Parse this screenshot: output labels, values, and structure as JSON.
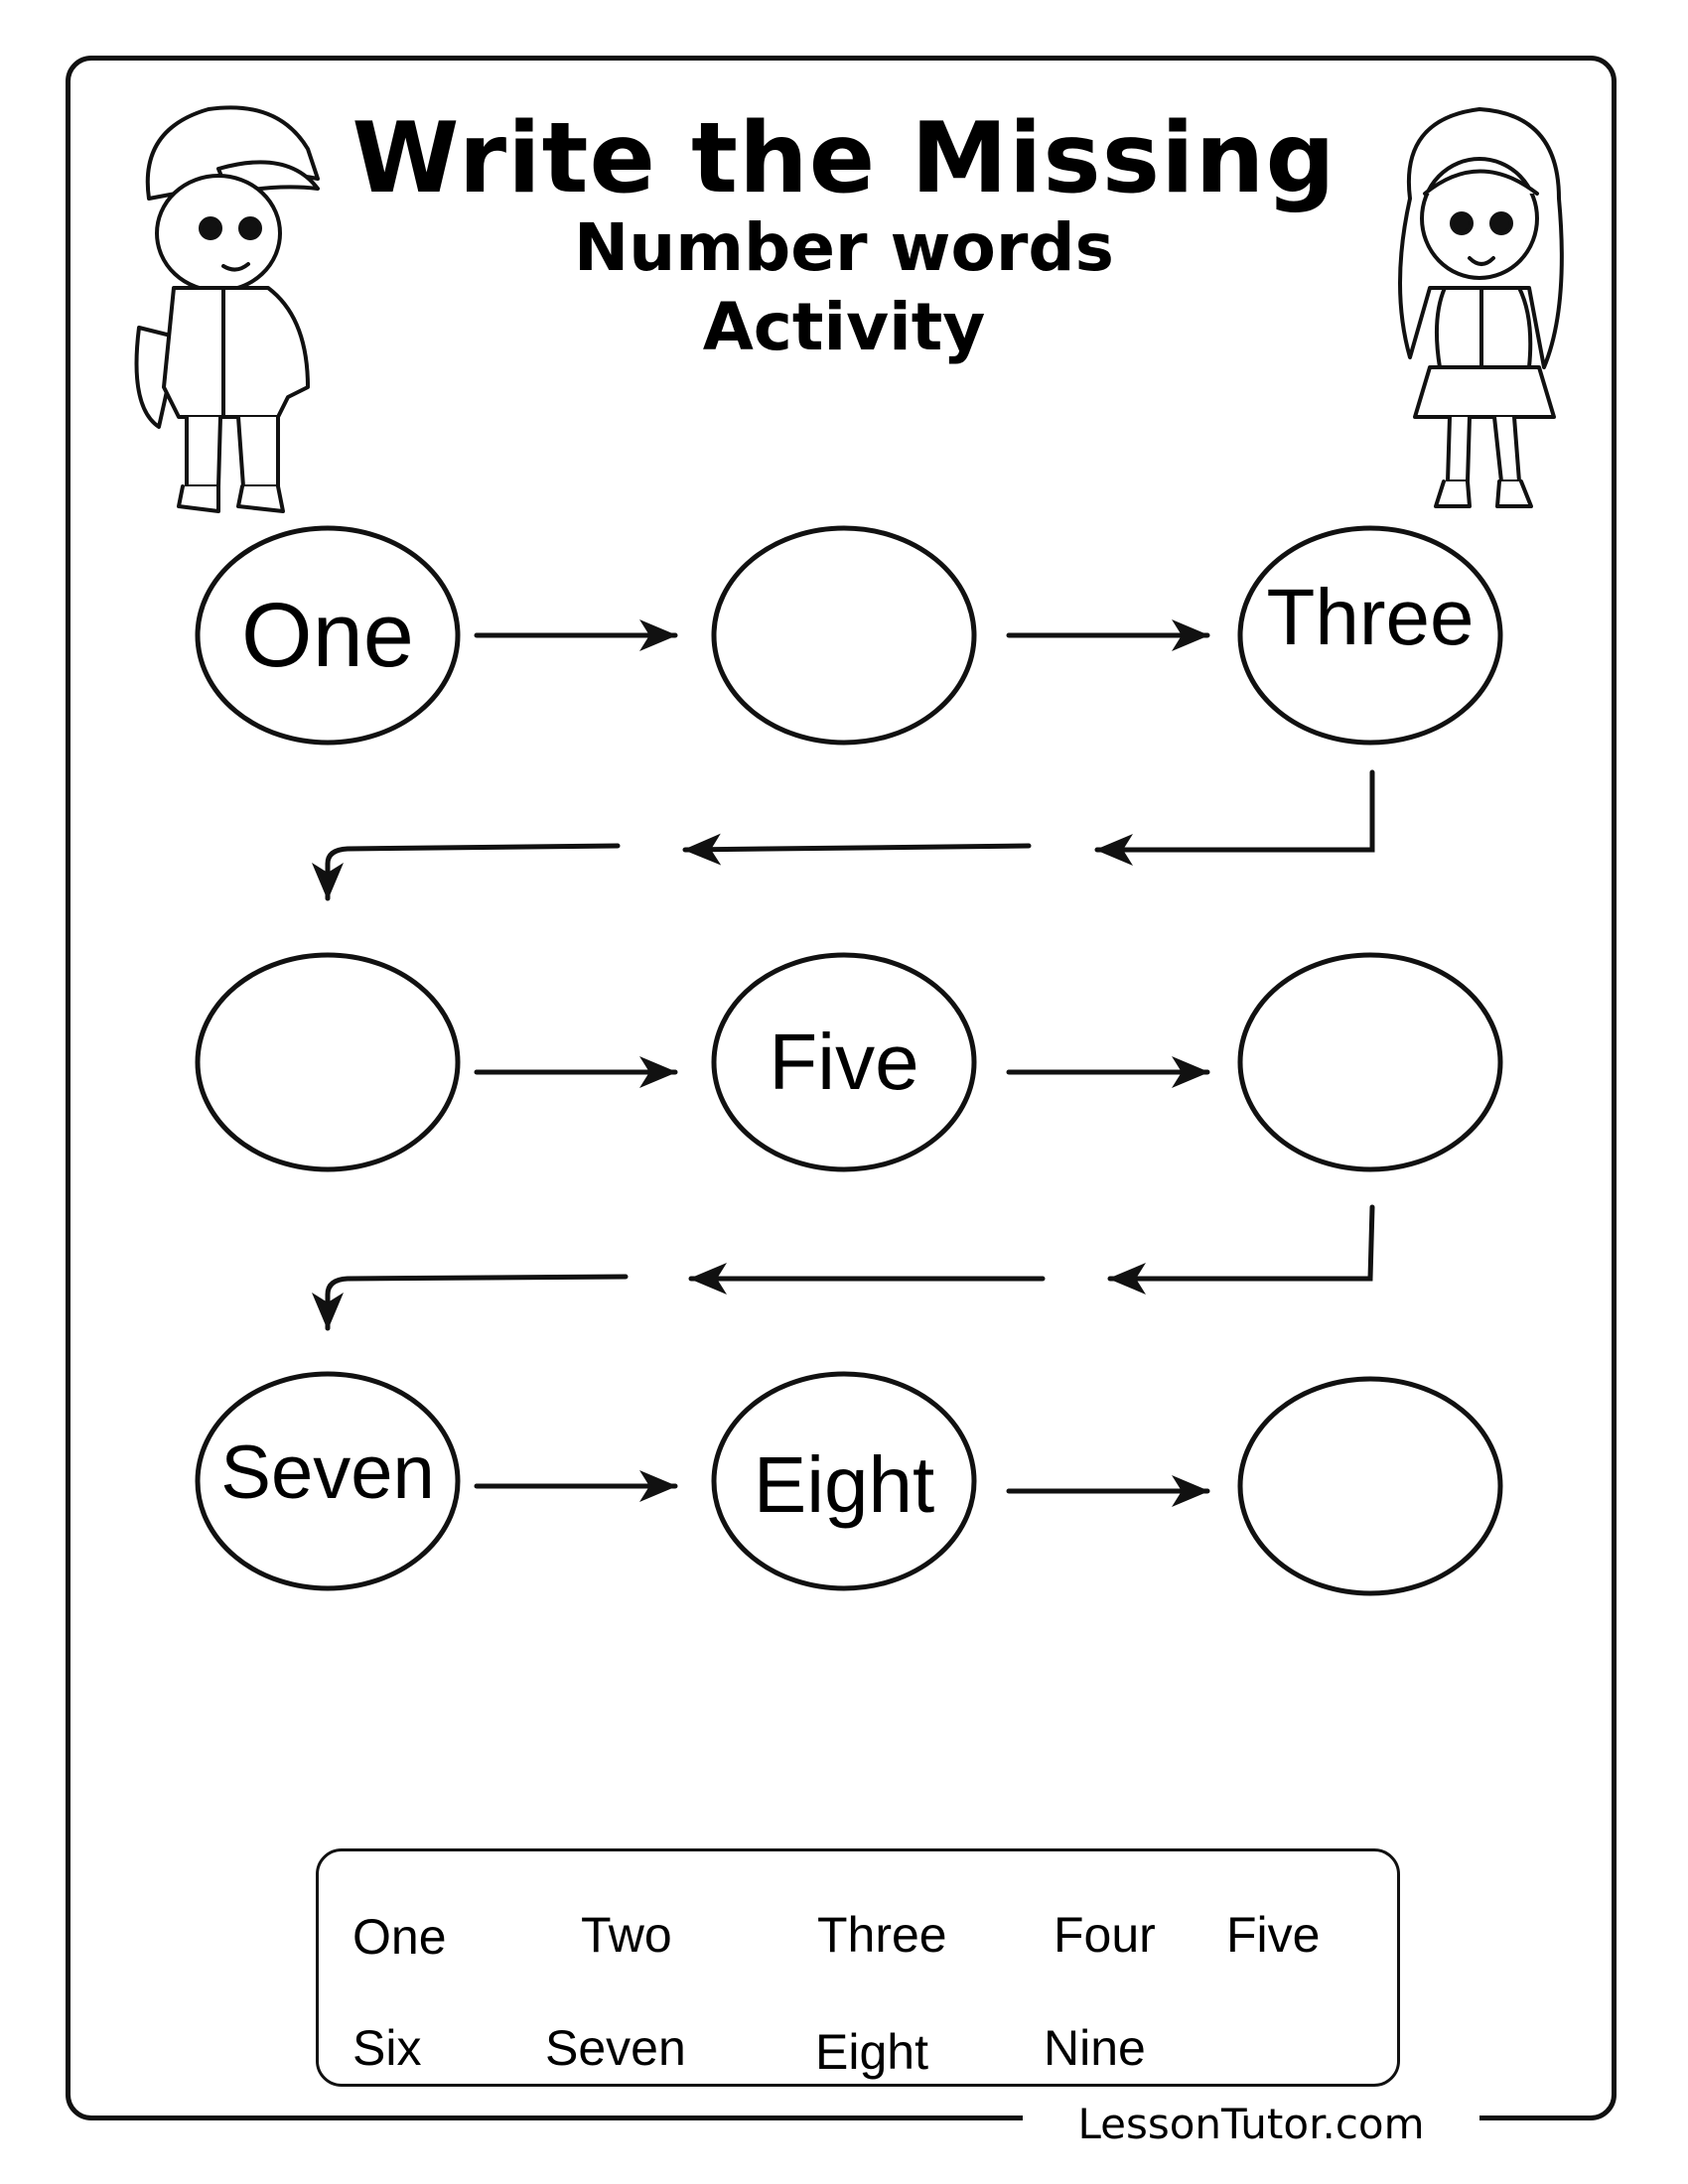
{
  "title": {
    "line1": "Write the Missing",
    "line2": "Number words",
    "line3": "Activity"
  },
  "sequence": [
    {
      "label": "One"
    },
    {
      "label": ""
    },
    {
      "label": "Three"
    },
    {
      "label": ""
    },
    {
      "label": "Five"
    },
    {
      "label": ""
    },
    {
      "label": "Seven"
    },
    {
      "label": "Eight"
    },
    {
      "label": ""
    }
  ],
  "word_bank": [
    "One",
    "Two",
    "Three",
    "Four",
    "Five",
    "Six",
    "Seven",
    "Eight",
    "Nine"
  ],
  "footer": "LessonTutor.com",
  "illustrations": [
    "boy-with-backpack",
    "girl-with-backpack"
  ]
}
